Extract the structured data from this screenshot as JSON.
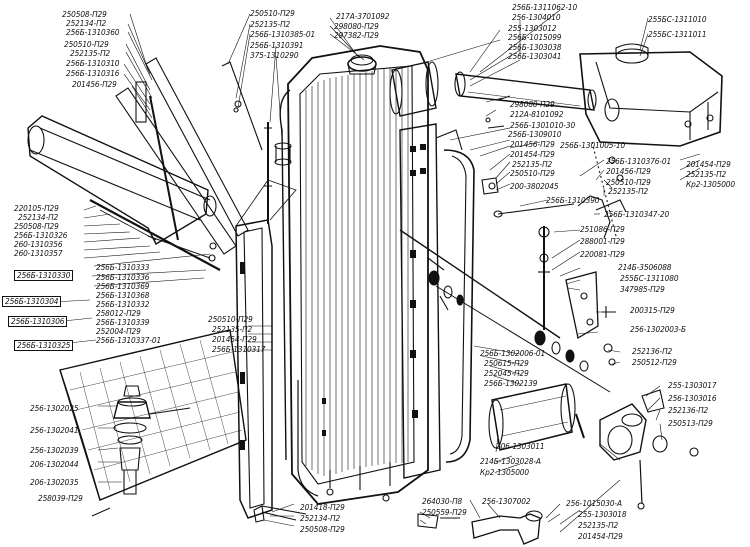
{
  "labels": {
    "t1": "250508-П29",
    "t2": "252134-П2",
    "t3": "256Б-1310360",
    "t4": "250510-П29",
    "t5": "252135-П2",
    "t6": "256Б-1310310",
    "t7": "256Б-1310316",
    "t8": "201456-П29",
    "t9": "250510-П29",
    "t10": "252135-П2",
    "t11": "256Б-1310385-01",
    "t12": "256Б-1310391",
    "t13": "375-1310290",
    "t14": "217А-3701092",
    "t15": "298080-П29",
    "t16": "297382-П29",
    "t17": "256Б-1311062-10",
    "t18": "256-1304010",
    "t19": "255-1303012",
    "t20": "256Б-1015099",
    "t21": "256Б-1303038",
    "t22": "256Б-1303041",
    "t23": "255БС-1311010",
    "t24": "255БС-1311011",
    "t25": "298080-П29",
    "t26": "212А-8101092",
    "t27": "256Б-1301010-30",
    "t28": "256Б-1309010",
    "t29": "201456-П29",
    "t30": "201454-П29",
    "t31": "252135-П2",
    "t32": "250510-П29",
    "t33": "200-3802045",
    "t34": "256Б-1301005-10",
    "t35": "256Б-1310376-01",
    "t36": "201456-П29",
    "t37": "250510-П29",
    "t38": "252135-П2",
    "t39": "201454-П29",
    "t40": "252135-П2",
    "t41": "Кр2-1305000",
    "t42": "256Б-1310390",
    "t43": "256Б-1310347-20",
    "t44": "251086-П29",
    "t45": "288001-П29",
    "t46": "220081-П29",
    "t47": "214Б-3506088",
    "t48": "255БС-1311080",
    "t49": "347985-П29",
    "t50": "200315-П29",
    "t51": "256-1302003-Б",
    "t52": "220105-П29",
    "t53": "252134-П2",
    "t54": "250508-П29",
    "t55": "256Б-1310326",
    "t56": "260-1310356",
    "t57": "260-1310357",
    "t58": "256Б-1310330",
    "t59": "256Б-1310333",
    "t60": "256Б-1310336",
    "t61": "256Б-1310369",
    "t62": "256Б-1310368",
    "t63": "256Б-1310332",
    "t64": "258012-П29",
    "t65": "256Б-1310339",
    "t66": "252004-П29",
    "t67": "256Б-1310337-01",
    "t68": "256Б-1310304",
    "t69": "256Б-1310306",
    "t70": "256Б-1310325",
    "t71": "250510-П29",
    "t72": "252135-П2",
    "t73": "201454-П29",
    "t74": "256Б-1310317",
    "t75": "256Б-1302006-01",
    "t76": "250615-П29",
    "t77": "252045-П29",
    "t78": "256Б-1302139",
    "t79": "252136-П2",
    "t80": "250512-П29",
    "t81": "255-1303017",
    "t82": "256-1303016",
    "t83": "252136-П2",
    "t84": "250513-П29",
    "t85": "256-1302025",
    "t86": "256-1302041",
    "t87": "256-1302039",
    "t88": "206-1302044",
    "t89": "206-1302035",
    "t90": "258039-П29",
    "t91": "206-1303011",
    "t92": "214Б-1303028-А",
    "t93": "Кр2-1305000",
    "t94": "201418-П29",
    "t95": "252134-П2",
    "t96": "250508-П29",
    "t97": "264030-П8",
    "t98": "250559-П29",
    "t99": "256-1307002",
    "t100": "256-1015030-А",
    "t101": "255-1303018",
    "t102": "252135-П2",
    "t103": "201454-П29"
  }
}
